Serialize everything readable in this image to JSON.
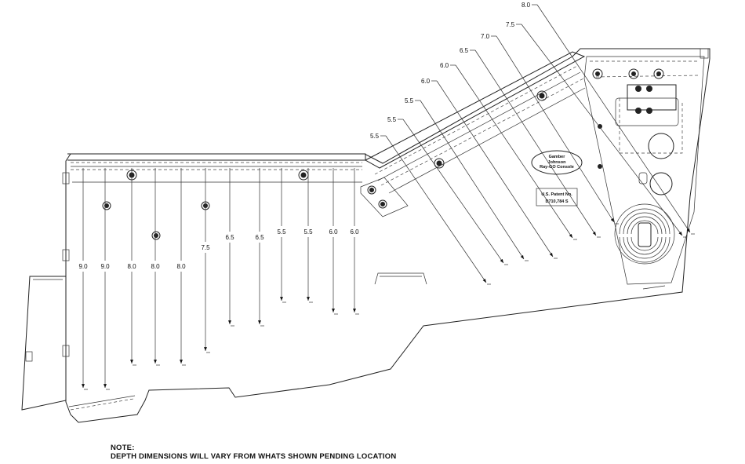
{
  "drawing": {
    "vertical_depths": [
      "9.0",
      "9.0",
      "8.0",
      "8.0",
      "8.0",
      "7.5",
      "6.5",
      "6.5",
      "5.5",
      "5.5",
      "6.0",
      "6.0"
    ],
    "angled_depths": [
      "5.5",
      "5.5",
      "5.5",
      "6.0",
      "6.0",
      "6.5",
      "7.0",
      "7.5",
      "8.0"
    ],
    "logo_line1": "Gamber",
    "logo_line2": "Johnson",
    "logo_line3": "Ray-GO Console",
    "patent_line1": "U.S. Patent No.",
    "patent_line2": "D710,784 S"
  },
  "note": {
    "heading": "NOTE:",
    "text": "DEPTH DIMENSIONS WILL VARY FROM WHATS SHOWN PENDING LOCATION"
  }
}
